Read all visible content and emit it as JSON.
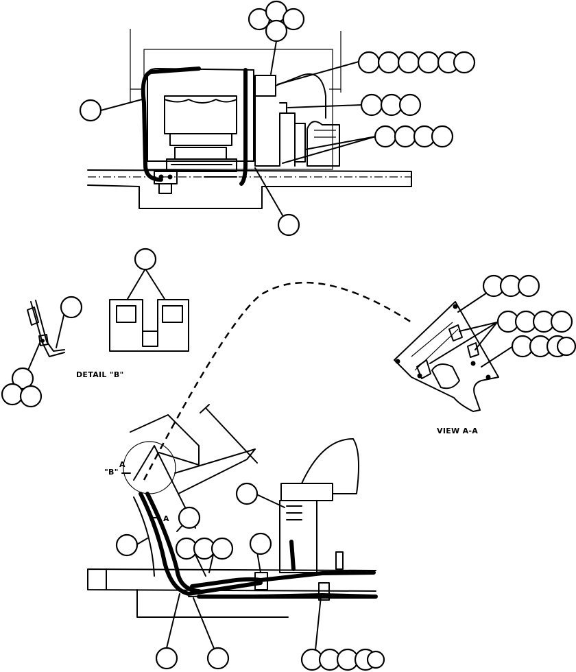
{
  "labels": {
    "detail_b": "DETAIL \"B\"",
    "view_aa": "VIEW A-A",
    "section_b": "\"B\"",
    "section_a": "A"
  },
  "colors": {
    "ink": "#000000",
    "paper": "#ffffff"
  }
}
